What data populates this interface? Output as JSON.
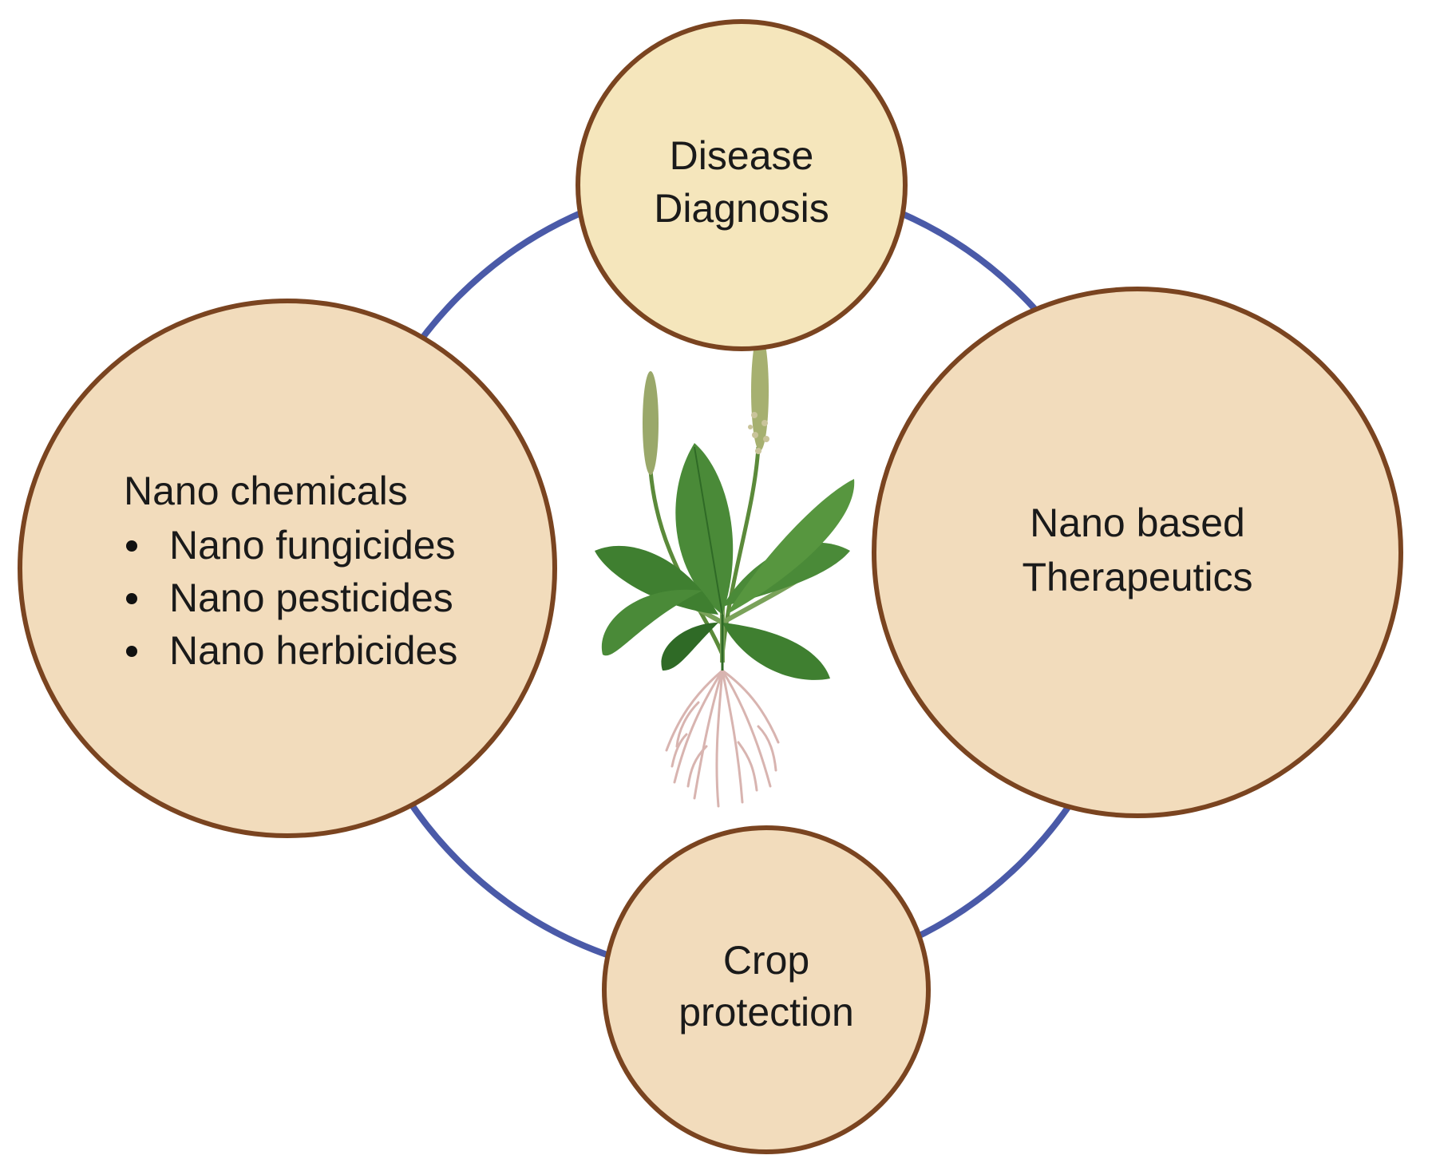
{
  "diagram": {
    "colors": {
      "ring": "#4a5aa8",
      "circle_fill_light": "#f5e6bc",
      "circle_fill": "#f2dcbc",
      "circle_stroke": "#7a4420",
      "leaf": "#4a8a38",
      "leaf_dark": "#2f6a26",
      "root": "#d8b4b0"
    },
    "nodes": {
      "top": {
        "line1": "Disease",
        "line2": "Diagnosis"
      },
      "left": {
        "title": "Nano chemicals",
        "items": [
          "Nano fungicides",
          "Nano pesticides",
          "Nano herbicides"
        ]
      },
      "right": {
        "line1": "Nano based",
        "line2": "Therapeutics"
      },
      "bottom": {
        "line1": "Crop",
        "line2": "protection"
      }
    },
    "center_image": "plant-illustration"
  }
}
